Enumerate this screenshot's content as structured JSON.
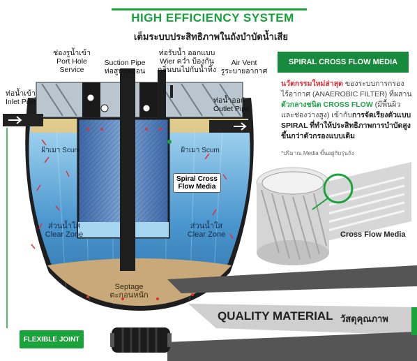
{
  "header": {
    "title": "HIGH EFFICIENCY SYSTEM",
    "subtitle": "เต็มระบบประสิทธิภาพในถังบำบัดน้ำเสีย"
  },
  "labels": {
    "inlet": [
      "ท่อน้ำเข้า",
      "Inlet Pipe"
    ],
    "port_hole": [
      "ช่องรูน้ำเข้า",
      "Port Hole",
      "Service"
    ],
    "suction": [
      "Suction Pipe",
      "ท่อสูบตะกอน"
    ],
    "wier": [
      "ท่อรับน้ำ ออกแบบ",
      "Wier คว่ำ ป้องกัน",
      "กลิ่นบนไปกับน้ำทิ้ง"
    ],
    "air_vent": [
      "Air Vent",
      "รูระบายอากาศ"
    ],
    "outlet": [
      "ท่อน้ำออก",
      "Outlet Pipe"
    ],
    "scum_left": "ฝ้าเมา Scum",
    "scum_right": "ฝ้าเมา Scum",
    "spiral_media": [
      "Spiral Cross",
      "Flow Media"
    ],
    "clear_left": [
      "ส่วนน้ำใส",
      "Clear Zone"
    ],
    "clear_right": [
      "ส่วนน้ำใส",
      "Clear Zone"
    ],
    "septage": [
      "Septage",
      "ตะกอนหนัก"
    ]
  },
  "spiral": {
    "heading": "SPIRAL CROSS FLOW MEDIA",
    "p1_red": "นวัตกรรมใหม่ล่าสุด",
    "p1_rest": " ของระบบการกรอง",
    "p2": "ไร้อากาศ (ANAEROBIC FILTER) ที่ผสาน",
    "p3_green": "ตัวกลางชนิด CROSS FLOW",
    "p3_rest": " (มีพื้นผิว",
    "p4_a": "และช่องว่างสูง) เข้ากับ",
    "p4_b": "การจัดเรียงตัวแบบ",
    "p5": "SPIRAL ที่ทำให้ประสิทธิภาพการบำบัดสูง",
    "p6": "ขึ้นกว่าตัวกรองแบบเดิม",
    "note": "*ปริมาณ Media ขึ้นอยู่กับรุ่นถัง",
    "caption": "Cross Flow Media"
  },
  "flex_joint": "FLEXIBLE JOINT",
  "quality": {
    "title": "QUALITY MATERIAL",
    "title_th": "วัสดุคุณภาพ"
  },
  "colors": {
    "brand_green": "#1aa33a",
    "water_blue": "#5fa8d8",
    "tank_dark": "#232323",
    "arrow_red": "#e0303a"
  }
}
